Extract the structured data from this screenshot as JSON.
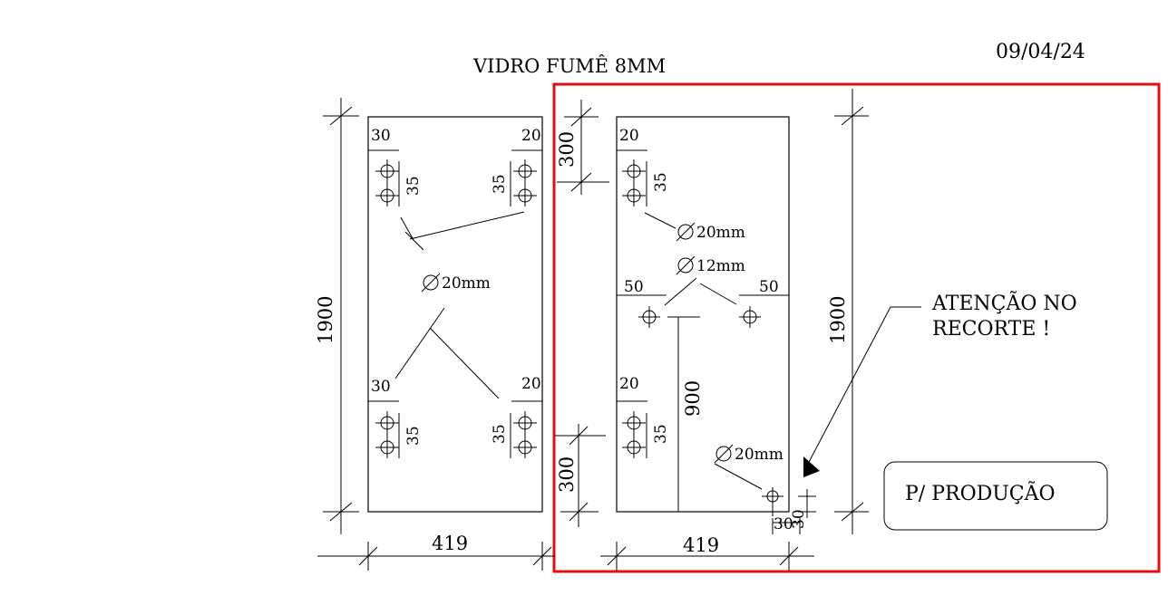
{
  "date": "09/04/24",
  "title": "VIDRO FUMÊ 8MM",
  "note_line1": "ATENÇÃO NO",
  "note_line2": "RECORTE !",
  "stamp": "P/ PRODUÇÃO",
  "panel_left": {
    "height": "1900",
    "width": "419",
    "hole_dia": "20mm",
    "top_left_offset": "30",
    "top_right_offset": "20",
    "bottom_left_offset": "30",
    "bottom_right_offset": "20",
    "spacing_tl": "35",
    "spacing_tr": "35",
    "spacing_bl": "35",
    "spacing_br": "35"
  },
  "panel_right": {
    "height": "1900",
    "width": "419",
    "top_dist": "300",
    "bottom_dist": "300",
    "top_offset": "20",
    "bottom_offset": "20",
    "spacing_top": "35",
    "spacing_bottom": "35",
    "hole_dia_top": "20mm",
    "mid_hole_dia": "12mm",
    "mid_left_offset": "50",
    "mid_right_offset": "50",
    "mid_height": "900",
    "notch_dia": "20mm",
    "notch_x": "30",
    "notch_y": "30"
  }
}
